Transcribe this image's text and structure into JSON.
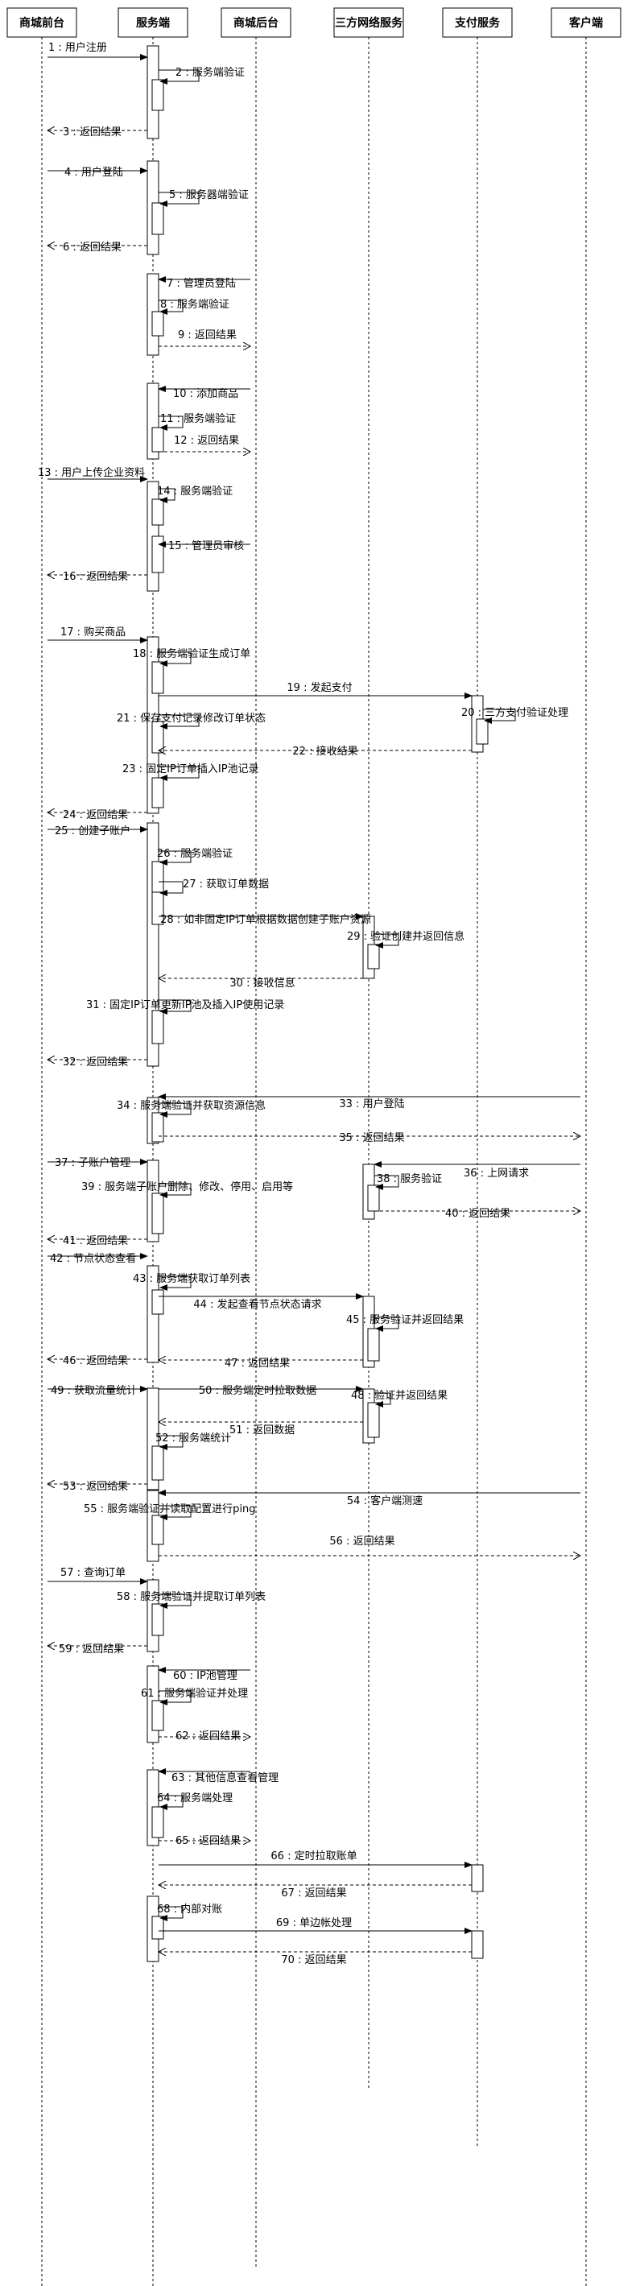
{
  "participants": [
    {
      "id": "mall-frontend",
      "label": "商城前台"
    },
    {
      "id": "server",
      "label": "服务端"
    },
    {
      "id": "mall-backend",
      "label": "商城后台"
    },
    {
      "id": "third-party-network",
      "label": "三方网络服务"
    },
    {
      "id": "payment-service",
      "label": "支付服务"
    },
    {
      "id": "client",
      "label": "客户端"
    }
  ],
  "messages": [
    {
      "n": 1,
      "text": "1 : 用户注册",
      "from": "mall-frontend",
      "to": "server",
      "kind": "sync"
    },
    {
      "n": 2,
      "text": "2 : 服务端验证",
      "from": "server",
      "to": "server",
      "kind": "self"
    },
    {
      "n": 3,
      "text": "3 : 返回结果",
      "from": "server",
      "to": "mall-frontend",
      "kind": "return"
    },
    {
      "n": 4,
      "text": "4 : 用户登陆",
      "from": "mall-frontend",
      "to": "server",
      "kind": "sync"
    },
    {
      "n": 5,
      "text": "5 : 服务器端验证",
      "from": "server",
      "to": "server",
      "kind": "self"
    },
    {
      "n": 6,
      "text": "6 : 返回结果",
      "from": "server",
      "to": "mall-frontend",
      "kind": "return"
    },
    {
      "n": 7,
      "text": "7 : 管理员登陆",
      "from": "mall-backend",
      "to": "server",
      "kind": "sync"
    },
    {
      "n": 8,
      "text": "8 : 服务端验证",
      "from": "server",
      "to": "server",
      "kind": "self"
    },
    {
      "n": 9,
      "text": "9 : 返回结果",
      "from": "server",
      "to": "mall-backend",
      "kind": "return"
    },
    {
      "n": 10,
      "text": "10 : 添加商品",
      "from": "mall-backend",
      "to": "server",
      "kind": "sync"
    },
    {
      "n": 11,
      "text": "11 : 服务端验证",
      "from": "server",
      "to": "server",
      "kind": "self"
    },
    {
      "n": 12,
      "text": "12 : 返回结果",
      "from": "server",
      "to": "mall-backend",
      "kind": "return"
    },
    {
      "n": 13,
      "text": "13 : 用户上传企业资料",
      "from": "mall-frontend",
      "to": "server",
      "kind": "sync"
    },
    {
      "n": 14,
      "text": "14 : 服务端验证",
      "from": "server",
      "to": "server",
      "kind": "self"
    },
    {
      "n": 15,
      "text": "15 : 管理员审核",
      "from": "mall-backend",
      "to": "server",
      "kind": "sync"
    },
    {
      "n": 16,
      "text": "16 : 返回结果",
      "from": "server",
      "to": "mall-frontend",
      "kind": "return"
    },
    {
      "n": 17,
      "text": "17 : 购买商品",
      "from": "mall-frontend",
      "to": "server",
      "kind": "sync"
    },
    {
      "n": 18,
      "text": "18 : 服务端验证生成订单",
      "from": "server",
      "to": "server",
      "kind": "self"
    },
    {
      "n": 19,
      "text": "19 : 发起支付",
      "from": "server",
      "to": "payment-service",
      "kind": "sync"
    },
    {
      "n": 20,
      "text": "20 : 三方支付验证处理",
      "from": "payment-service",
      "to": "payment-service",
      "kind": "self"
    },
    {
      "n": 21,
      "text": "21 : 保存支付记录修改订单状态",
      "from": "server",
      "to": "server",
      "kind": "self"
    },
    {
      "n": 22,
      "text": "22 : 接收结果",
      "from": "payment-service",
      "to": "server",
      "kind": "return"
    },
    {
      "n": 23,
      "text": "23 : 固定IP订单插入IP池记录",
      "from": "server",
      "to": "server",
      "kind": "self"
    },
    {
      "n": 24,
      "text": "24 : 返回结果",
      "from": "server",
      "to": "mall-frontend",
      "kind": "return"
    },
    {
      "n": 25,
      "text": "25 : 创建子账户",
      "from": "mall-frontend",
      "to": "server",
      "kind": "sync"
    },
    {
      "n": 26,
      "text": "26 : 服务端验证",
      "from": "server",
      "to": "server",
      "kind": "self"
    },
    {
      "n": 27,
      "text": "27 : 获取订单数据",
      "from": "server",
      "to": "server",
      "kind": "self"
    },
    {
      "n": 28,
      "text": "28 : 如非固定IP订单根据数据创建子账户资源",
      "from": "server",
      "to": "third-party-network",
      "kind": "sync"
    },
    {
      "n": 29,
      "text": "29 : 验证创建并返回信息",
      "from": "third-party-network",
      "to": "third-party-network",
      "kind": "self"
    },
    {
      "n": 30,
      "text": "30 : 接收信息",
      "from": "third-party-network",
      "to": "server",
      "kind": "return"
    },
    {
      "n": 31,
      "text": "31 : 固定IP订单更新IP池及插入IP使用记录",
      "from": "server",
      "to": "server",
      "kind": "self"
    },
    {
      "n": 32,
      "text": "32 : 返回结果",
      "from": "server",
      "to": "mall-frontend",
      "kind": "return"
    },
    {
      "n": 33,
      "text": "33 : 用户登陆",
      "from": "client",
      "to": "server",
      "kind": "sync"
    },
    {
      "n": 34,
      "text": "34 : 服务端验证并获取资源信息",
      "from": "server",
      "to": "server",
      "kind": "self"
    },
    {
      "n": 35,
      "text": "35 : 返回结果",
      "from": "server",
      "to": "client",
      "kind": "return"
    },
    {
      "n": 36,
      "text": "36 : 上网请求",
      "from": "client",
      "to": "third-party-network",
      "kind": "sync"
    },
    {
      "n": 37,
      "text": "37 : 子账户管理",
      "from": "mall-frontend",
      "to": "server",
      "kind": "sync"
    },
    {
      "n": 38,
      "text": "38 : 服务验证",
      "from": "third-party-network",
      "to": "third-party-network",
      "kind": "self"
    },
    {
      "n": 39,
      "text": "39 : 服务端子账户删除、修改、停用、启用等",
      "from": "server",
      "to": "server",
      "kind": "self"
    },
    {
      "n": 40,
      "text": "40 : 返回结果",
      "from": "third-party-network",
      "to": "client",
      "kind": "return"
    },
    {
      "n": 41,
      "text": "41 : 返回结果",
      "from": "server",
      "to": "mall-frontend",
      "kind": "return"
    },
    {
      "n": 42,
      "text": "42 : 节点状态查看",
      "from": "mall-frontend",
      "to": "server",
      "kind": "sync"
    },
    {
      "n": 43,
      "text": "43 : 服务端获取订单列表",
      "from": "server",
      "to": "server",
      "kind": "self"
    },
    {
      "n": 44,
      "text": "44 : 发起查看节点状态请求",
      "from": "server",
      "to": "third-party-network",
      "kind": "sync"
    },
    {
      "n": 45,
      "text": "45 : 服务验证并返回结果",
      "from": "third-party-network",
      "to": "third-party-network",
      "kind": "self"
    },
    {
      "n": 46,
      "text": "46 : 返回结果",
      "from": "server",
      "to": "mall-frontend",
      "kind": "return"
    },
    {
      "n": 47,
      "text": "47 : 返回结果",
      "from": "third-party-network",
      "to": "server",
      "kind": "return"
    },
    {
      "n": 48,
      "text": "48 : 验证并返回结果",
      "from": "third-party-network",
      "to": "third-party-network",
      "kind": "self"
    },
    {
      "n": 49,
      "text": "49 : 获取流量统计",
      "from": "mall-frontend",
      "to": "server",
      "kind": "sync"
    },
    {
      "n": 50,
      "text": "50 : 服务端定时拉取数据",
      "from": "server",
      "to": "third-party-network",
      "kind": "sync"
    },
    {
      "n": 51,
      "text": "51 : 返回数据",
      "from": "third-party-network",
      "to": "server",
      "kind": "return"
    },
    {
      "n": 52,
      "text": "52 : 服务端统计",
      "from": "server",
      "to": "server",
      "kind": "self"
    },
    {
      "n": 53,
      "text": "53 : 返回结果",
      "from": "server",
      "to": "mall-frontend",
      "kind": "return"
    },
    {
      "n": 54,
      "text": "54 : 客户端测速",
      "from": "client",
      "to": "server",
      "kind": "sync"
    },
    {
      "n": 55,
      "text": "55 : 服务端验证并读取配置进行ping",
      "from": "server",
      "to": "server",
      "kind": "self"
    },
    {
      "n": 56,
      "text": "56 : 返回结果",
      "from": "server",
      "to": "client",
      "kind": "return"
    },
    {
      "n": 57,
      "text": "57 : 查询订单",
      "from": "mall-frontend",
      "to": "server",
      "kind": "sync"
    },
    {
      "n": 58,
      "text": "58 : 服务端验证并提取订单列表",
      "from": "server",
      "to": "server",
      "kind": "self"
    },
    {
      "n": 59,
      "text": "59 : 返回结果",
      "from": "server",
      "to": "mall-frontend",
      "kind": "return"
    },
    {
      "n": 60,
      "text": "60 : IP池管理",
      "from": "mall-backend",
      "to": "server",
      "kind": "sync"
    },
    {
      "n": 61,
      "text": "61 : 服务端验证并处理",
      "from": "server",
      "to": "server",
      "kind": "self"
    },
    {
      "n": 62,
      "text": "62 : 返回结果",
      "from": "server",
      "to": "mall-backend",
      "kind": "return"
    },
    {
      "n": 63,
      "text": "63 : 其他信息查看管理",
      "from": "mall-backend",
      "to": "server",
      "kind": "sync"
    },
    {
      "n": 64,
      "text": "64 : 服务端处理",
      "from": "server",
      "to": "server",
      "kind": "self"
    },
    {
      "n": 65,
      "text": "65 : 返回结果",
      "from": "server",
      "to": "mall-backend",
      "kind": "return"
    },
    {
      "n": 66,
      "text": "66 : 定时拉取账单",
      "from": "server",
      "to": "payment-service",
      "kind": "sync"
    },
    {
      "n": 67,
      "text": "67 : 返回结果",
      "from": "payment-service",
      "to": "server",
      "kind": "return"
    },
    {
      "n": 68,
      "text": "68 : 内部对账",
      "from": "server",
      "to": "server",
      "kind": "self"
    },
    {
      "n": 69,
      "text": "69 : 单边帐处理",
      "from": "server",
      "to": "payment-service",
      "kind": "sync"
    },
    {
      "n": 70,
      "text": "70 : 返回结果",
      "from": "payment-service",
      "to": "server",
      "kind": "return"
    }
  ]
}
